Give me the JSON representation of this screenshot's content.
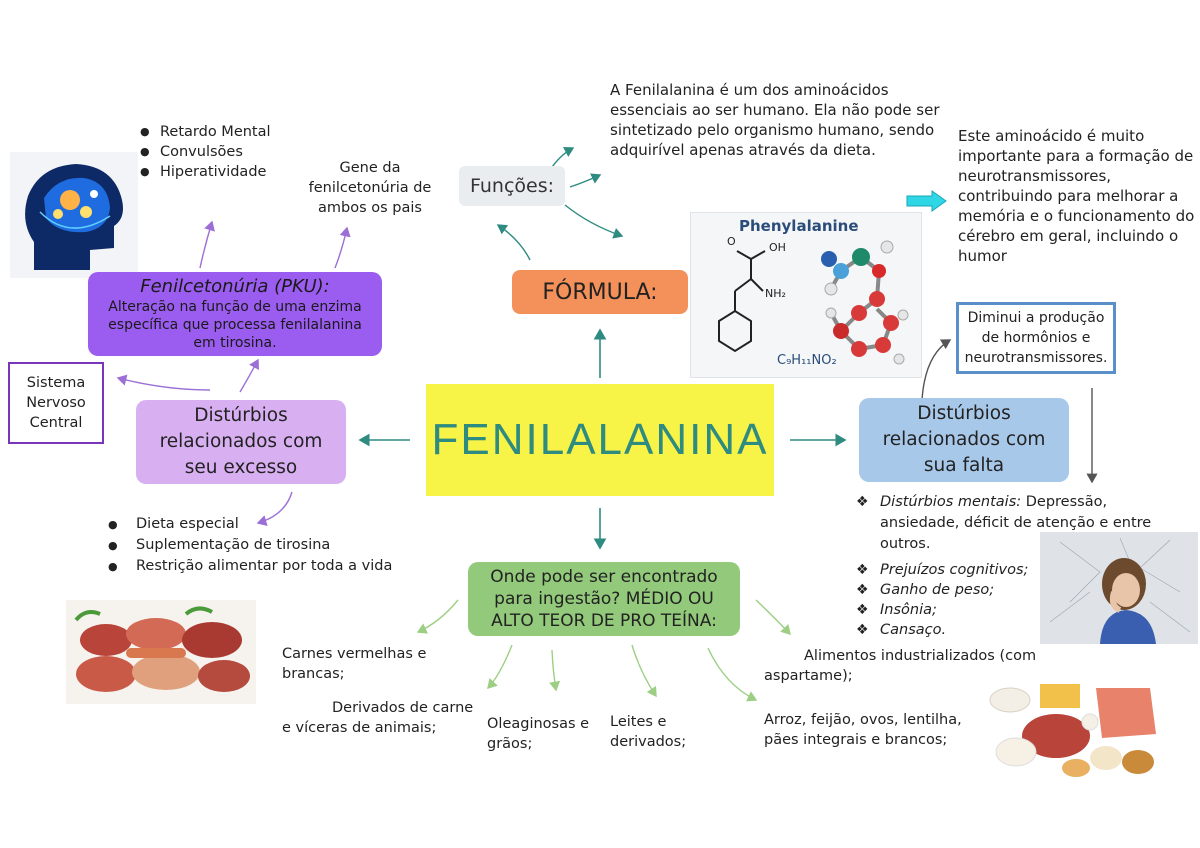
{
  "center": {
    "title": "FENILALANINA"
  },
  "formula": {
    "label": "FÓRMULA:",
    "molecule_title": "Phenylalanine",
    "oh": "OH",
    "nh2": "NH₂",
    "o": "O",
    "formula_text": "C₉H₁₁NO₂"
  },
  "functions": {
    "label": "Funções:",
    "text1": "A Fenilalanina é um dos  aminoácidos essenciais ao ser humano. Ela não pode ser sintetizado pelo organismo humano, sendo adquirível apenas através da dieta.",
    "text2": "Este aminoácido é muito importante para a formação de neurotransmissores, contribuindo para melhorar a memória e o funcionamento do cérebro em geral, incluindo o humor"
  },
  "excess": {
    "label": "Distúrbios relacionados com seu excesso",
    "pku_title": "Fenilcetonúria (PKU):",
    "pku_desc": "Alteração na função de uma enzima específica que processa fenilalanina em tirosina.",
    "symptoms": [
      "Retardo  Mental",
      "Convulsões",
      "Hiperatividade"
    ],
    "gene": "Gene da fenilcetonúria de ambos os pais",
    "snc": "Sistema Nervoso Central",
    "treatment": [
      "Dieta especial",
      "Suplementação de tirosina",
      "Restrição alimentar por toda a vida"
    ]
  },
  "deficiency": {
    "label": "Distúrbios relacionados com sua falta",
    "reduces": "Diminui a produção de hormônios e neurotransmissores.",
    "mental_prefix": "Distúrbios mentais:",
    "mental_rest": " Depressão, ansiedade, déficit de atenção e entre outros.",
    "items": [
      "Prejuízos cognitivos;",
      "Ganho de peso;",
      "Insônia;",
      "Cansaço."
    ]
  },
  "sources": {
    "label": "Onde pode ser encontrado para ingestão? MÉDIO OU ALTO TEOR DE PRO TEÍNA:",
    "items": [
      "Carnes vermelhas e brancas;",
      "Derivados de carne e víceras de animais;",
      "Oleaginosas e grãos;",
      "Leites e derivados;",
      "Arroz, feijão, ovos, lentilha, pães integrais e brancos;",
      "Alimentos industrializados (com aspartame);"
    ]
  },
  "colors": {
    "center_bg": "#f8f347",
    "center_text": "#2e8b80",
    "formula_bg": "#f4915a",
    "functions_bg": "#e9edf0",
    "pku_bg": "#9b5cf0",
    "excess_bg": "#d8b0f2",
    "deficiency_bg": "#a8c8ea",
    "sources_bg": "#92c97a",
    "snc_border": "#7b35b8",
    "reduces_border": "#5b8fc9",
    "arrow_teal": "#2e8b80",
    "cyan_arrow": "#2fd6e6"
  }
}
